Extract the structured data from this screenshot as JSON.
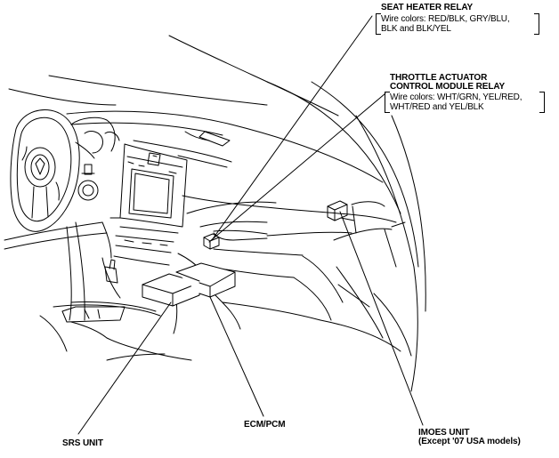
{
  "callouts": {
    "seat_heater": {
      "title": "SEAT HEATER RELAY",
      "line1": "Wire colors: RED/BLK, GRY/BLU,",
      "line2": "BLK and BLK/YEL"
    },
    "throttle": {
      "title1": "THROTTLE ACTUATOR",
      "title2": "CONTROL MODULE RELAY",
      "line1": "Wire colors: WHT/GRN, YEL/RED,",
      "line2": "WHT/RED and YEL/BLK"
    },
    "imoes": {
      "title": "IMOES UNIT",
      "subtitle": "(Except '07 USA models)"
    },
    "ecm": {
      "title": "ECM/PCM"
    },
    "srs": {
      "title": "SRS UNIT"
    }
  },
  "colors": {
    "ink": "#000000",
    "paper": "#ffffff"
  }
}
